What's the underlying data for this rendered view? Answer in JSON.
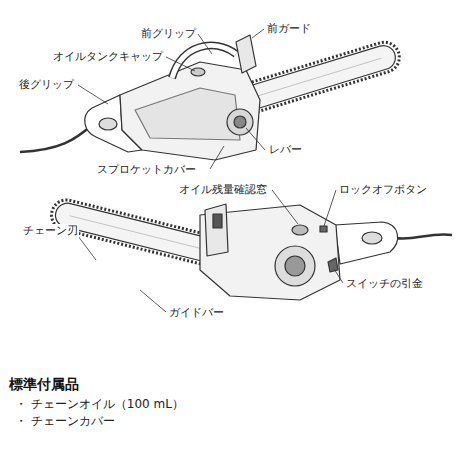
{
  "diagram": {
    "labels": [
      "前グリップ",
      "前ガード",
      "オイルタンクキャップ",
      "後グリップ",
      "レバー",
      "スプロケットカバー",
      "オイル残量確認窓",
      "ロックオフボタン",
      "チェーン刃",
      "スイッチの引金",
      "ガイドバー",
      "標準付属品",
      "・ チェーンオイル（100 mL）",
      "・ チェーンカバー"
    ]
  }
}
